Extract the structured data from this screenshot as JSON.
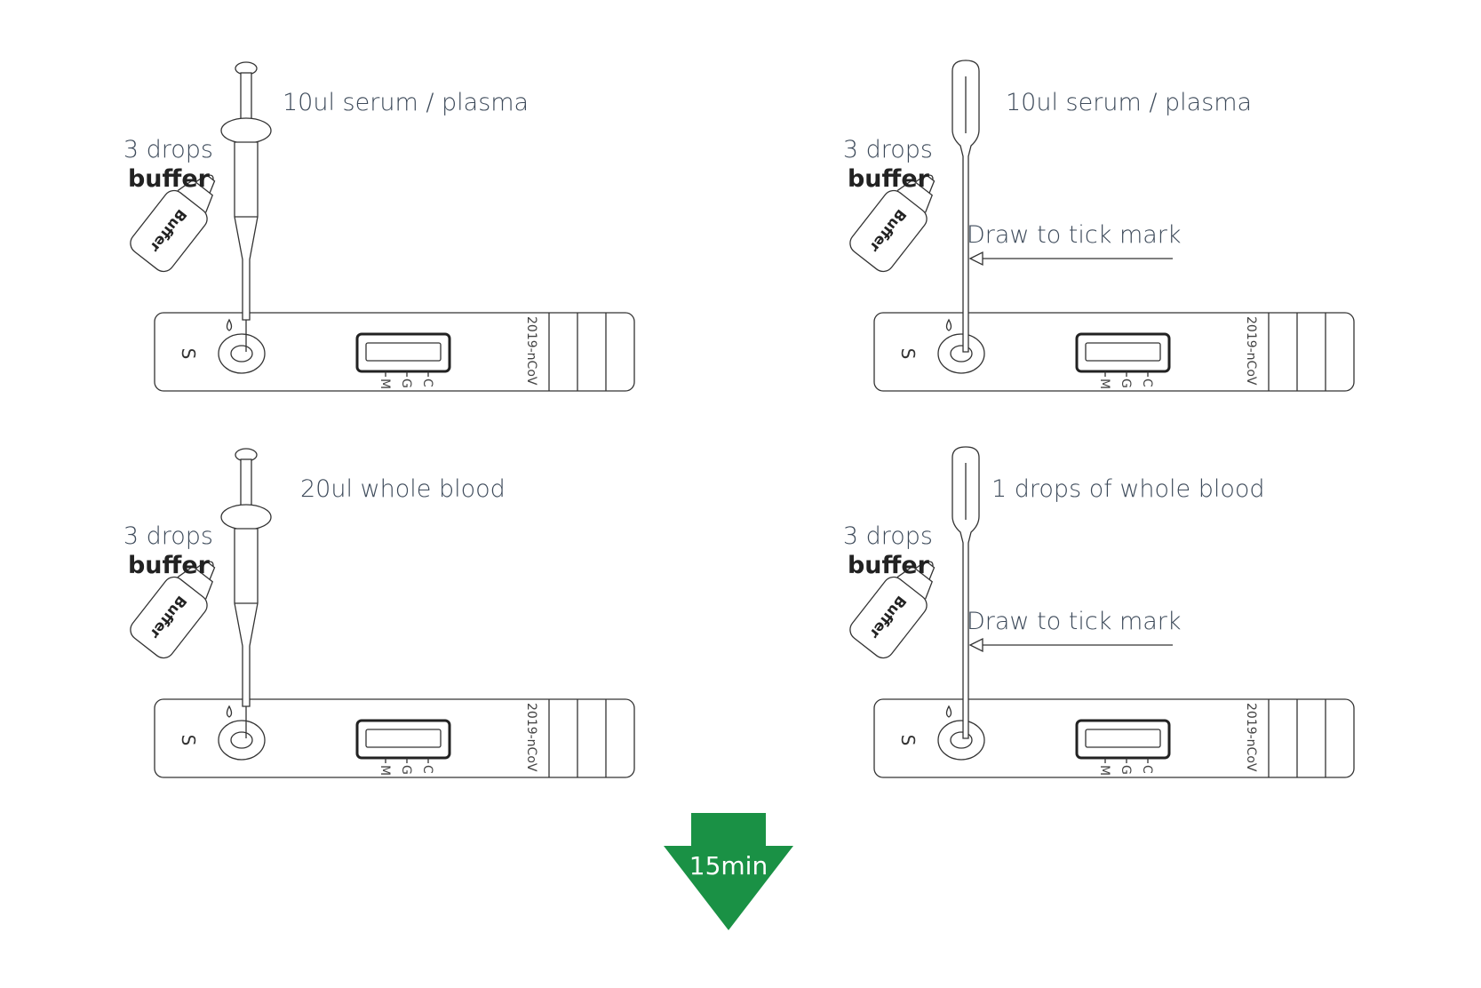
{
  "panels": [
    {
      "id": "serum-plasma-micropipette",
      "tool": "micropipette",
      "sample_label": "10ul serum / plasma",
      "buffer_count": "3 drops",
      "buffer_word": "buffer",
      "bottle_label": "Buffer",
      "draw_label": "",
      "cassette": {
        "sample_well": "S",
        "line_c": "C",
        "line_g": "G",
        "line_m": "M",
        "product": "2019-nCoV"
      }
    },
    {
      "id": "serum-plasma-dropper",
      "tool": "dropper",
      "sample_label": "10ul serum / plasma",
      "buffer_count": "3 drops",
      "buffer_word": "buffer",
      "bottle_label": "Buffer",
      "draw_label": "Draw to tick mark",
      "cassette": {
        "sample_well": "S",
        "line_c": "C",
        "line_g": "G",
        "line_m": "M",
        "product": "2019-nCoV"
      }
    },
    {
      "id": "whole-blood-micropipette",
      "tool": "micropipette",
      "sample_label": "20ul whole blood",
      "buffer_count": "3 drops",
      "buffer_word": "buffer",
      "bottle_label": "Buffer",
      "draw_label": "",
      "cassette": {
        "sample_well": "S",
        "line_c": "C",
        "line_g": "G",
        "line_m": "M",
        "product": "2019-nCoV"
      }
    },
    {
      "id": "whole-blood-dropper",
      "tool": "dropper",
      "sample_label": "1 drops of whole blood",
      "buffer_count": "3 drops",
      "buffer_word": "buffer",
      "bottle_label": "Buffer",
      "draw_label": "Draw to tick mark",
      "cassette": {
        "sample_well": "S",
        "line_c": "C",
        "line_g": "G",
        "line_m": "M",
        "product": "2019-nCoV"
      }
    }
  ],
  "timer": {
    "label": "15min",
    "color": "#1a9145"
  },
  "colors": {
    "line": "#333333",
    "text": "#3d4a5a"
  }
}
